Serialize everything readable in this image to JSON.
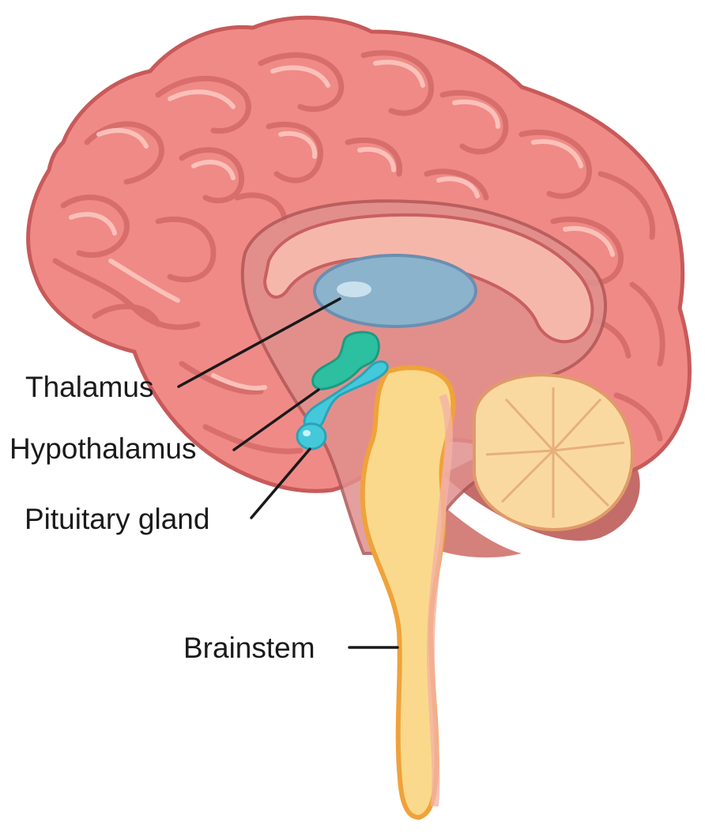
{
  "labels": {
    "thalamus": "Thalamus",
    "hypothalamus": "Hypothalamus",
    "pituitary": "Pituitary gland",
    "brainstem": "Brainstem"
  },
  "colors": {
    "cortex": "#f08a86",
    "cortex_outline": "#c85a5a",
    "cortex_highlight": "#fbc3bd",
    "section": "#e0908e",
    "corpus_callosum": "#f6b7ab",
    "ventricle": "#8cb3cc",
    "thalamus": "#2cbfa0",
    "hypothalamus": "#44c9db",
    "brainstem": "#fad98c",
    "brainstem_edge": "#f0a23a",
    "cerebellum": "#fad9a1",
    "label_text": "#1a1a1a"
  },
  "icons": [
    "brain-sagittal-illustration"
  ]
}
